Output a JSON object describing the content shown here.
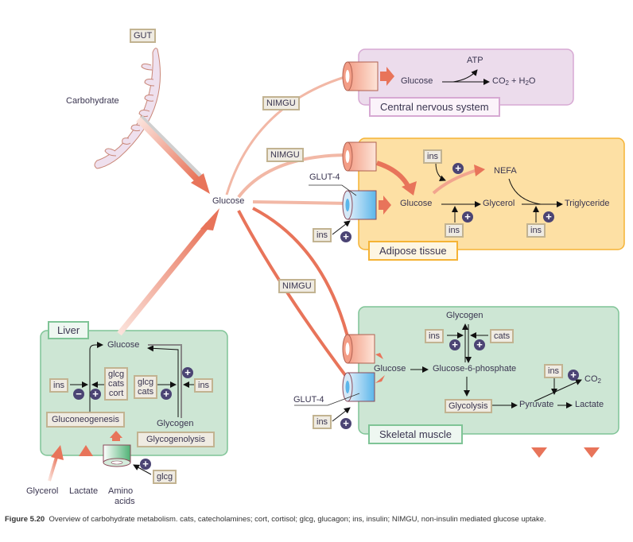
{
  "colors": {
    "cns_fill": "#ecdcec",
    "cns_border": "#d7a9d3",
    "adipose_fill": "#fde0a4",
    "adipose_border": "#f5b335",
    "muscle_fill": "#cde6d4",
    "muscle_border": "#7fc496",
    "liver_fill": "#cde6d4",
    "liver_border": "#7fc496",
    "arrow": "#e8745a",
    "tag_fill": "#efebe2",
    "tag_border": "#c2b391",
    "plus_badge": "#4b4474"
  },
  "gut": {
    "tag": "GUT",
    "label": "Carbohydrate",
    "icon": "intestine-icon"
  },
  "central_glucose": "Glucose",
  "nimgu_labels": [
    "NIMGU",
    "NIMGU",
    "NIMGU"
  ],
  "cns": {
    "title": "Central nervous system",
    "glucose": "Glucose",
    "atp": "ATP",
    "product_co2": "CO",
    "product_sub1": "2",
    "product_plus": " + H",
    "product_sub2": "2",
    "product_o": "O"
  },
  "adipose": {
    "title": "Adipose tissue",
    "glut4": "GLUT-4",
    "ins_transporter": "ins",
    "ins_nefa": "ins",
    "ins_glycerol": "ins",
    "ins_triglyceride": "ins",
    "glucose": "Glucose",
    "nefa": "NEFA",
    "glycerol": "Glycerol",
    "triglyceride": "Triglyceride"
  },
  "muscle": {
    "title": "Skeletal muscle",
    "glut4": "GLUT-4",
    "ins_transporter": "ins",
    "glycogen": "Glycogen",
    "ins_glycogen": "ins",
    "cats_glycogen": "cats",
    "glucose": "Glucose",
    "g6p": "Glucose-6-phosphate",
    "glycolysis": "Glycolysis",
    "pyruvate": "Pyruvate",
    "lactate": "Lactate",
    "ins_pyruvate": "ins",
    "co2": "CO",
    "co2_sub": "2"
  },
  "liver": {
    "title": "Liver",
    "glucose": "Glucose",
    "ins_left": "ins",
    "glcg_cats_cort": [
      "glcg",
      "cats",
      "cort"
    ],
    "glcg_cats": [
      "glcg",
      "cats"
    ],
    "ins_right": "ins",
    "gluconeogenesis": "Gluconeogenesis",
    "glycogen": "Glycogen",
    "glycogenolysis": "Glycogenolysis",
    "glcg_transporter": "glcg"
  },
  "substrates": [
    "Glycerol",
    "Lactate",
    "Amino",
    "acids"
  ],
  "signs": {
    "plus": "+",
    "minus": "−"
  },
  "caption": {
    "label": "Figure 5.20",
    "text": "Overview of carbohydrate metabolism. cats, catecholamines; cort, cortisol; glcg, glucagon; ins, insulin; NIMGU, non-insulin mediated glucose uptake."
  }
}
